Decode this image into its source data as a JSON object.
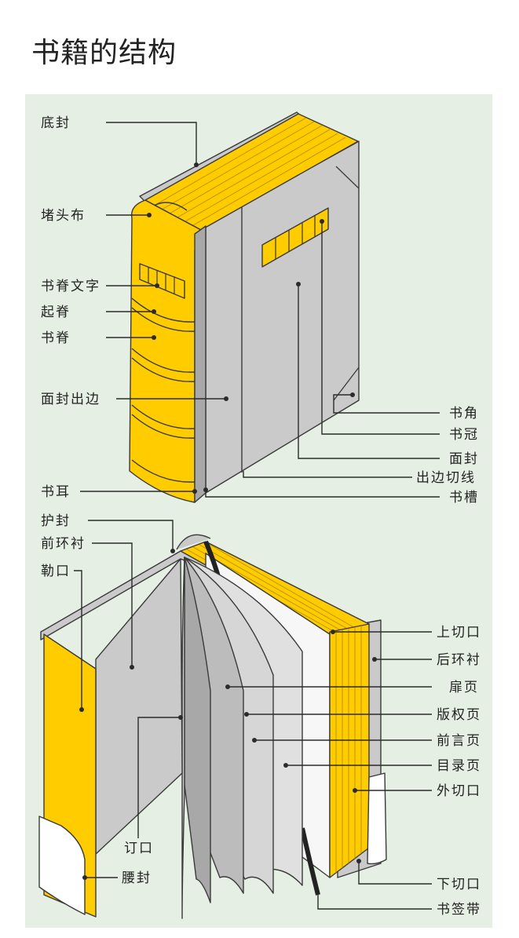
{
  "title": "书籍的结构",
  "colors": {
    "panel_bg": "#e6efe4",
    "cover_gray": "#cacaca",
    "dark_gray": "#a8a8a8",
    "page_light": "#efefef",
    "gold": "#ffcc00",
    "outline": "#3a3a3a"
  },
  "closed_book_labels": {
    "di_feng": "底封",
    "du_tou_bu": "堵头布",
    "shu_ji_wen_zi": "书脊文字",
    "qi_ji": "起脊",
    "shu_ji": "书脊",
    "mian_feng_chu_bian": "面封出边",
    "shu_er": "书耳",
    "shu_jiao": "书角",
    "shu_guan": "书冠",
    "mian_feng": "面封",
    "chu_bian_qie_xian": "出边切线",
    "shu_cao": "书槽"
  },
  "open_book_labels": {
    "hu_feng": "护封",
    "qian_huan_chen": "前环衬",
    "le_kou": "勒口",
    "ding_kou": "订口",
    "yao_feng": "腰封",
    "shang_qie_kou": "上切口",
    "hou_huan_chen": "后环衬",
    "fei_ye": "扉页",
    "ban_quan_ye": "版权页",
    "qian_yan_ye": "前言页",
    "mu_lu_ye": "目录页",
    "wai_qie_kou": "外切口",
    "xia_qie_kou": "下切口",
    "shu_qian_dai": "书签带"
  }
}
